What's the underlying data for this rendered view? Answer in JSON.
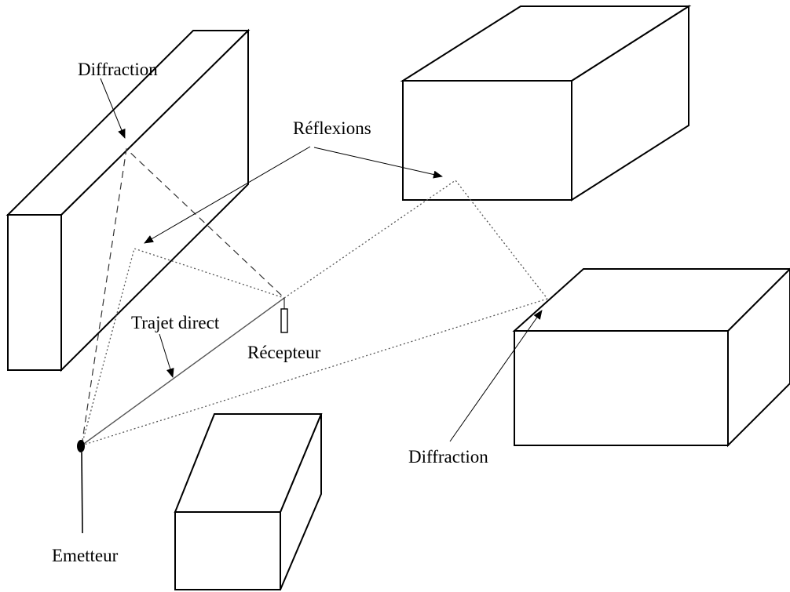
{
  "labels": {
    "diffraction_top": "Diffraction",
    "reflexions": "Réflexions",
    "trajet_direct": "Trajet direct",
    "recepteur": "Récepteur",
    "diffraction_bottom": "Diffraction",
    "emetteur": "Emetteur"
  },
  "colors": {
    "line": "#000000",
    "background": "#ffffff"
  }
}
